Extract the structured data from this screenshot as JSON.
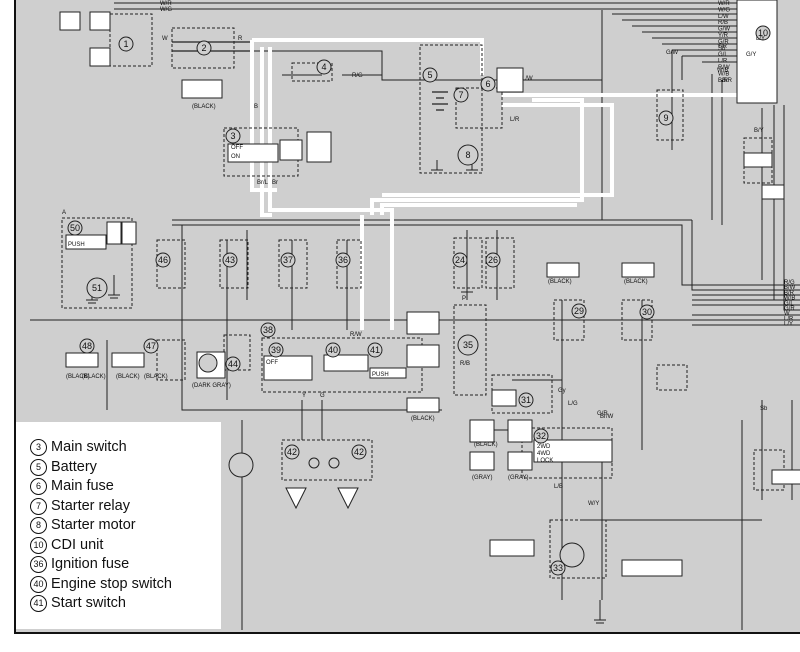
{
  "legend": [
    {
      "num": "3",
      "label": "Main switch"
    },
    {
      "num": "5",
      "label": "Battery"
    },
    {
      "num": "6",
      "label": "Main fuse"
    },
    {
      "num": "7",
      "label": "Starter relay"
    },
    {
      "num": "8",
      "label": "Starter motor"
    },
    {
      "num": "10",
      "label": "CDI unit"
    },
    {
      "num": "36",
      "label": "Ignition fuse"
    },
    {
      "num": "40",
      "label": "Engine stop switch"
    },
    {
      "num": "41",
      "label": "Start switch"
    }
  ],
  "callouts": [
    "1",
    "2",
    "3",
    "4",
    "5",
    "6",
    "7",
    "8",
    "9",
    "10",
    "24",
    "26",
    "29",
    "30",
    "31",
    "32",
    "33",
    "35",
    "36",
    "37",
    "38",
    "39",
    "40",
    "41",
    "42",
    "43",
    "44",
    "46",
    "47",
    "48",
    "50",
    "51"
  ],
  "connector_labels": {
    "black": "(BLACK)",
    "dark_gray": "(DARK GRAY)",
    "gray": "(GRAY)",
    "section_a": "A"
  },
  "switch_positions": {
    "off": "OFF",
    "on": "ON",
    "push": "PUSH",
    "two_wd": "2WD",
    "four_wd": "4WD",
    "lock": "LOCK"
  },
  "wire_codes": [
    "W/R",
    "W/G",
    "W",
    "R",
    "R/G",
    "B",
    "Br/L",
    "Br",
    "L/W",
    "R/W",
    "L/R",
    "Y",
    "G",
    "B/Y",
    "G/W",
    "W/B",
    "B/R",
    "Br/W",
    "Sb",
    "L/B",
    "R/B",
    "G/R",
    "L/Y",
    "Gy",
    "Y/R",
    "G/Y",
    "W/Y",
    "P",
    "L/G"
  ],
  "cdi_pins": [
    "W/R",
    "W/G",
    "L/W",
    "R/B",
    "G/W",
    "Y/R",
    "G/R",
    "Sb",
    "G/L",
    "L/R",
    "R/W",
    "W/B",
    "B/R"
  ],
  "right_edge_wires": [
    "R/G",
    "B/W",
    "B/R",
    "W/B",
    "G/L",
    "G/R",
    "W",
    "L/R",
    "L/Y"
  ]
}
